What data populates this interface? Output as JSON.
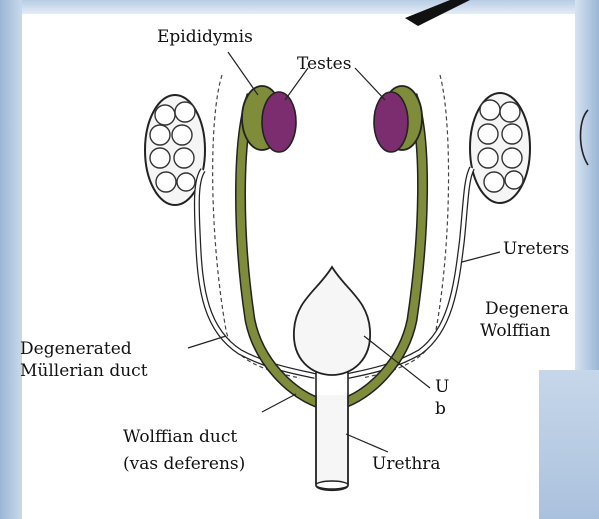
{
  "labels": {
    "epididymis": "Epididymis",
    "testes": "Testes",
    "ureters": "Ureters",
    "degenerated_mullerian_1": "Degenerated",
    "degenerated_mullerian_2": "Müllerian duct",
    "degenerated_wolffian_1": "Degenera",
    "degenerated_wolffian_2": "Wolffian",
    "bladder_1": "U",
    "bladder_2": "b",
    "wolffian_duct_1": "Wolffian duct",
    "wolffian_duct_2": "(vas deferens)",
    "urethra": "Urethra"
  },
  "colors": {
    "testes": "#7b2d6f",
    "duct": "#7f8c3a",
    "background_accent": "#9bb6d6"
  }
}
